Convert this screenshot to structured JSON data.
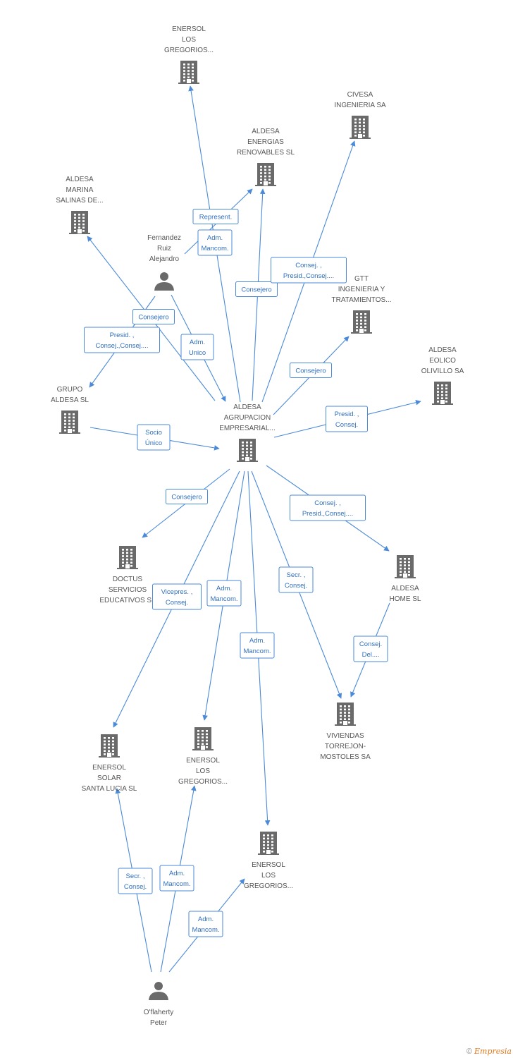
{
  "nodes": [
    {
      "id": "enersol_top",
      "type": "company",
      "lines": [
        "ENERSOL",
        "LOS",
        "GREGORIOS..."
      ]
    },
    {
      "id": "civesa",
      "type": "company",
      "lines": [
        "CIVESA",
        "INGENIERIA SA"
      ]
    },
    {
      "id": "aldesa_energias",
      "type": "company",
      "lines": [
        "ALDESA",
        "ENERGIAS",
        "RENOVABLES SL"
      ]
    },
    {
      "id": "aldesa_marina",
      "type": "company",
      "lines": [
        "ALDESA",
        "MARINA",
        "SALINAS DE..."
      ]
    },
    {
      "id": "fernandez",
      "type": "person",
      "lines": [
        "Fernandez",
        "Ruiz",
        "Alejandro"
      ]
    },
    {
      "id": "gtt",
      "type": "company",
      "lines": [
        "GTT",
        "INGENIERIA Y",
        "TRATAMIENTOS..."
      ]
    },
    {
      "id": "aldesa_eolico",
      "type": "company",
      "lines": [
        "ALDESA",
        "EOLICO",
        "OLIVILLO SA"
      ]
    },
    {
      "id": "grupo_aldesa",
      "type": "company",
      "lines": [
        "GRUPO",
        "ALDESA SL"
      ]
    },
    {
      "id": "aldesa_agrupacion",
      "type": "company",
      "lines": [
        "ALDESA",
        "AGRUPACION",
        "EMPRESARIAL..."
      ]
    },
    {
      "id": "doctus",
      "type": "company",
      "lines": [
        "DOCTUS",
        "SERVICIOS",
        "EDUCATIVOS SL"
      ]
    },
    {
      "id": "aldesa_home",
      "type": "company",
      "lines": [
        "ALDESA",
        "HOME SL"
      ]
    },
    {
      "id": "viviendas",
      "type": "company",
      "lines": [
        "VIVIENDAS",
        "TORREJON-",
        "MOSTOLES SA"
      ]
    },
    {
      "id": "enersol_solar",
      "type": "company",
      "lines": [
        "ENERSOL",
        "SOLAR",
        "SANTA LUCIA SL"
      ]
    },
    {
      "id": "enersol_mid",
      "type": "company",
      "lines": [
        "ENERSOL",
        "LOS",
        "GREGORIOS..."
      ]
    },
    {
      "id": "enersol_bottom",
      "type": "company",
      "lines": [
        "ENERSOL",
        "LOS",
        "GREGORIOS..."
      ]
    },
    {
      "id": "oflaherty",
      "type": "person",
      "lines": [
        "O'flaherty",
        "Peter"
      ]
    }
  ],
  "edges": [
    {
      "from": "aldesa_agrupacion",
      "to": "enersol_top",
      "label": [
        "Adm.",
        "Mancom."
      ]
    },
    {
      "from": "fernandez",
      "to": "aldesa_energias",
      "label": [
        "Represent."
      ]
    },
    {
      "from": "aldesa_agrupacion",
      "to": "aldesa_energias",
      "label": [
        "Consejero"
      ]
    },
    {
      "from": "aldesa_agrupacion",
      "to": "civesa",
      "label": [
        "Consej. ,",
        "Presid.,Consej...."
      ]
    },
    {
      "from": "aldesa_agrupacion",
      "to": "aldesa_marina",
      "label": [
        "Consejero"
      ]
    },
    {
      "from": "fernandez",
      "to": "grupo_aldesa",
      "label": [
        "Presid. ,",
        "Consej.,Consej...."
      ]
    },
    {
      "from": "fernandez",
      "to": "aldesa_agrupacion",
      "label": [
        "Adm.",
        "Unico"
      ]
    },
    {
      "from": "aldesa_agrupacion",
      "to": "gtt",
      "label": [
        "Consejero"
      ]
    },
    {
      "from": "aldesa_agrupacion",
      "to": "aldesa_eolico",
      "label": [
        "Presid. ,",
        "Consej."
      ]
    },
    {
      "from": "grupo_aldesa",
      "to": "aldesa_agrupacion",
      "label": [
        "Socio",
        "Único"
      ]
    },
    {
      "from": "aldesa_agrupacion",
      "to": "doctus",
      "label": [
        "Consejero"
      ]
    },
    {
      "from": "aldesa_agrupacion",
      "to": "aldesa_home",
      "label": [
        "Consej. ,",
        "Presid.,Consej...."
      ]
    },
    {
      "from": "aldesa_agrupacion",
      "to": "viviendas",
      "label": [
        "Secr. ,",
        "Consej."
      ]
    },
    {
      "from": "aldesa_home",
      "to": "viviendas",
      "label": [
        "Consej.",
        "Del...."
      ]
    },
    {
      "from": "aldesa_agrupacion",
      "to": "enersol_solar",
      "label": [
        "Vicepres. ,",
        "Consej."
      ]
    },
    {
      "from": "aldesa_agrupacion",
      "to": "enersol_mid",
      "label": [
        "Adm.",
        "Mancom."
      ]
    },
    {
      "from": "aldesa_agrupacion",
      "to": "enersol_bottom",
      "label": [
        "Adm.",
        "Mancom."
      ]
    },
    {
      "from": "oflaherty",
      "to": "enersol_solar",
      "label": [
        "Secr. ,",
        "Consej."
      ]
    },
    {
      "from": "oflaherty",
      "to": "enersol_mid",
      "label": [
        "Adm.",
        "Mancom."
      ]
    },
    {
      "from": "oflaherty",
      "to": "enersol_bottom",
      "label": [
        "Adm.",
        "Mancom."
      ]
    }
  ],
  "footer": {
    "copyright": "©",
    "brand": "Empresia"
  },
  "colors": {
    "edge": "#4a8ad8",
    "icon": "#6a6a6a",
    "label": "#555555"
  }
}
